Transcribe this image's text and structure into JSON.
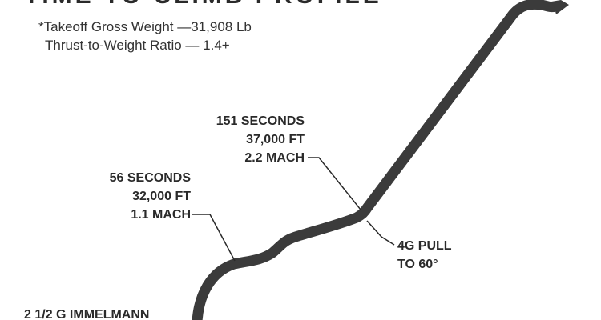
{
  "title": "TIME TO CLIMB PROFILE",
  "notes": {
    "line1": "*Takeoff Gross Weight —31,908 Lb",
    "line2": "Thrust-to-Weight Ratio — 1.4+"
  },
  "annotations": {
    "immelmann": "2 1/2 G IMMELMANN",
    "point56": {
      "time": "56 SECONDS",
      "altitude": "32,000 FT",
      "speed": "1.1 MACH"
    },
    "point151": {
      "time": "151 SECONDS",
      "altitude": "37,000 FT",
      "speed": "2.2 MACH"
    },
    "pull": {
      "line1": "4G PULL",
      "line2": "TO 60°"
    }
  },
  "colors": {
    "path": "#3b3b3b",
    "text": "#2a2a2a"
  }
}
